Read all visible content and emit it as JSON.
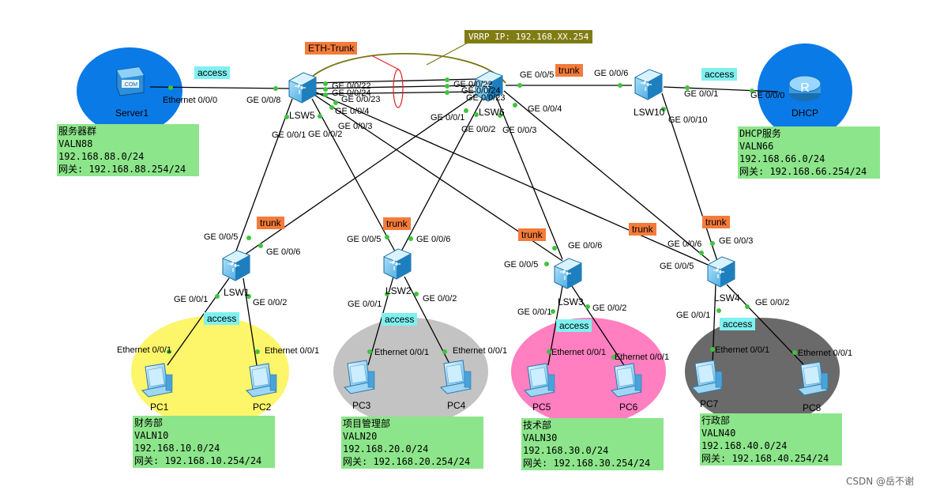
{
  "devices": {
    "server": "Server1",
    "server_badge": ".COM",
    "lsw5": "LSW5",
    "lsw6": "LSW6",
    "lsw10": "LSW10",
    "dhcp": "DHCP",
    "lsw1": "LSW1",
    "lsw2": "LSW2",
    "lsw3": "LSW3",
    "lsw4": "LSW4",
    "pc1": "PC1",
    "pc2": "PC2",
    "pc3": "PC3",
    "pc4": "PC4",
    "pc5": "PC5",
    "pc6": "PC6",
    "pc7": "PC7",
    "pc8": "PC8"
  },
  "ports": {
    "srv_eth": "Ethernet 0/0/0",
    "lsw5_g8": "GE 0/0/8",
    "lsw5_g22": "GE 0/0/22",
    "lsw5_g24": "GE 0/0/24",
    "lsw5_g23": "GE 0/0/23",
    "lsw5_g4": "GE 0/0/4",
    "lsw5_g3": "GE 0/0/3",
    "lsw5_g1": "GE 0/0/1",
    "lsw5_g2": "GE 0/0/2",
    "lsw6_g22": "GE 0/0/22",
    "lsw6_g24": "GE 0/0/24",
    "lsw6_g23": "GE 0/0/23",
    "lsw6_g1": "GE 0/0/1",
    "lsw6_g2": "GE 0/0/2",
    "lsw6_g3": "GE 0/0/3",
    "lsw6_g4": "GE 0/0/4",
    "lsw6_g5": "GE 0/0/5",
    "lsw10_g6": "GE 0/0/6",
    "lsw10_g1": "GE 0/0/1",
    "lsw10_g10": "GE 0/0/10",
    "dhcp_g0": "GE 0/0/0",
    "lsw1_g5": "GE 0/0/5",
    "lsw1_g6": "GE 0/0/6",
    "lsw1_g1": "GE 0/0/1",
    "lsw1_g2": "GE 0/0/2",
    "lsw2_g5": "GE 0/0/5",
    "lsw2_g6": "GE 0/0/6",
    "lsw2_g1": "GE 0/0/1",
    "lsw2_g2": "GE 0/0/2",
    "lsw3_g5": "GE 0/0/5",
    "lsw3_g6": "GE 0/0/6",
    "lsw3_g1": "GE 0/0/1",
    "lsw3_g2": "GE 0/0/2",
    "lsw4_g6": "GE 0/0/6",
    "lsw4_g3": "GE 0/0/3",
    "lsw4_g5": "GE 0/0/5",
    "lsw4_g1": "GE 0/0/1",
    "lsw4_g2": "GE 0/0/2",
    "pc_eth": "Ethernet 0/0/1"
  },
  "tags": {
    "trunk": "trunk",
    "access": "access",
    "eth_trunk": "ETH-Trunk",
    "vrrp": "VRRP IP: 192.168.XX.254"
  },
  "info": {
    "server": {
      "name": "服务器群",
      "vlan": "VALN88",
      "net": "192.168.88.0/24",
      "gw": "网关: 192.168.88.254/24"
    },
    "dhcp": {
      "name": "DHCP服务",
      "vlan": "VALN66",
      "net": "192.168.66.0/24",
      "gw": "网关: 192.168.66.254/24"
    },
    "finance": {
      "name": "财务部",
      "vlan": "VALN10",
      "net": "192.168.10.0/24",
      "gw": "网关: 192.168.10.254/24"
    },
    "project": {
      "name": "项目管理部",
      "vlan": "VALN20",
      "net": "192.168.20.0/24",
      "gw": "网关: 192.168.20.254/24"
    },
    "tech": {
      "name": "技术部",
      "vlan": "VALN30",
      "net": "192.168.30.0/24",
      "gw": "网关: 192.168.30.254/24"
    },
    "admin": {
      "name": "行政部",
      "vlan": "VALN40",
      "net": "192.168.40.0/24",
      "gw": "网关: 192.168.40.254/24"
    }
  },
  "colors": {
    "server_zone": "#0a7ae6",
    "finance_zone": "#fdf56a",
    "project_zone": "#c3c3c3",
    "tech_zone": "#ff7fc0",
    "admin_zone": "#6a6a6a",
    "info_box": "#8ce58a",
    "trunk_tag": "#f47b3a",
    "access_tag": "#7ff0f0",
    "vrrp_tag": "#807c14"
  },
  "watermark": "CSDN @岳不谢"
}
